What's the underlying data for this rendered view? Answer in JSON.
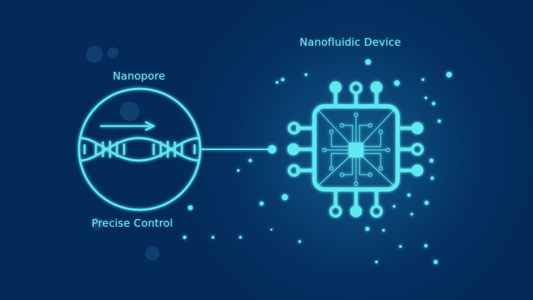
{
  "labels": {
    "nanopore": "Nanopore",
    "control": "Precise Control",
    "device": "Nanofluidic Device"
  },
  "colors": {
    "background": "#032a5a",
    "glow": "#5fe8f0"
  },
  "icons": [
    "dna-helix-icon",
    "arrow-right-icon",
    "chip-icon"
  ]
}
